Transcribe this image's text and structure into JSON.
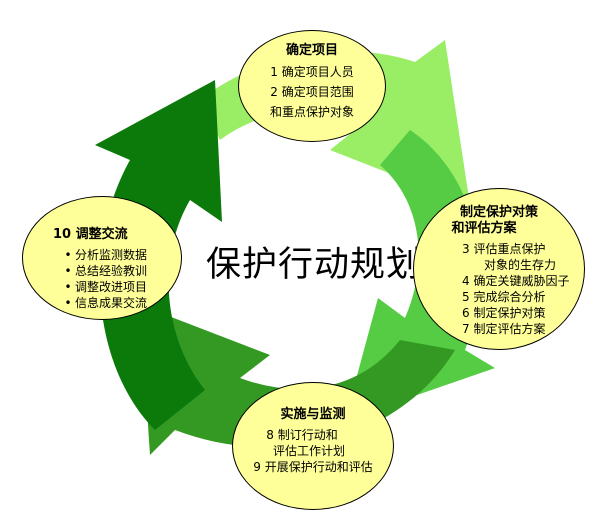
{
  "center_title": "保护行动规划",
  "colors": {
    "node_fill": "#ffff99",
    "arrow_top": "#99ee66",
    "arrow_right": "#55cc44",
    "arrow_bottom": "#339922",
    "arrow_left": "#0b7a0b"
  },
  "nodes": {
    "top": {
      "title": "确定项目",
      "lines": [
        "1 确定项目人员",
        "2 确定项目范围",
        "和重点保护对象"
      ]
    },
    "right": {
      "title_lines": [
        "制定保护对策",
        "和评估方案"
      ],
      "lines": [
        "3   评估重点保护",
        "对象的生存力",
        "4  确定关键威胁因子",
        "5  完成综合分析",
        "6  制定保护对策",
        "7  制定评估方案"
      ]
    },
    "bottom": {
      "title": "实施与监测",
      "lines": [
        "8   制订行动和",
        "评估工作计划",
        "9  开展保护行动和评估"
      ]
    },
    "left": {
      "title": "10 调整交流",
      "bullets": [
        "分析监测数据",
        "总结经验教训",
        "调整改进项目",
        "信息成果交流"
      ]
    }
  }
}
